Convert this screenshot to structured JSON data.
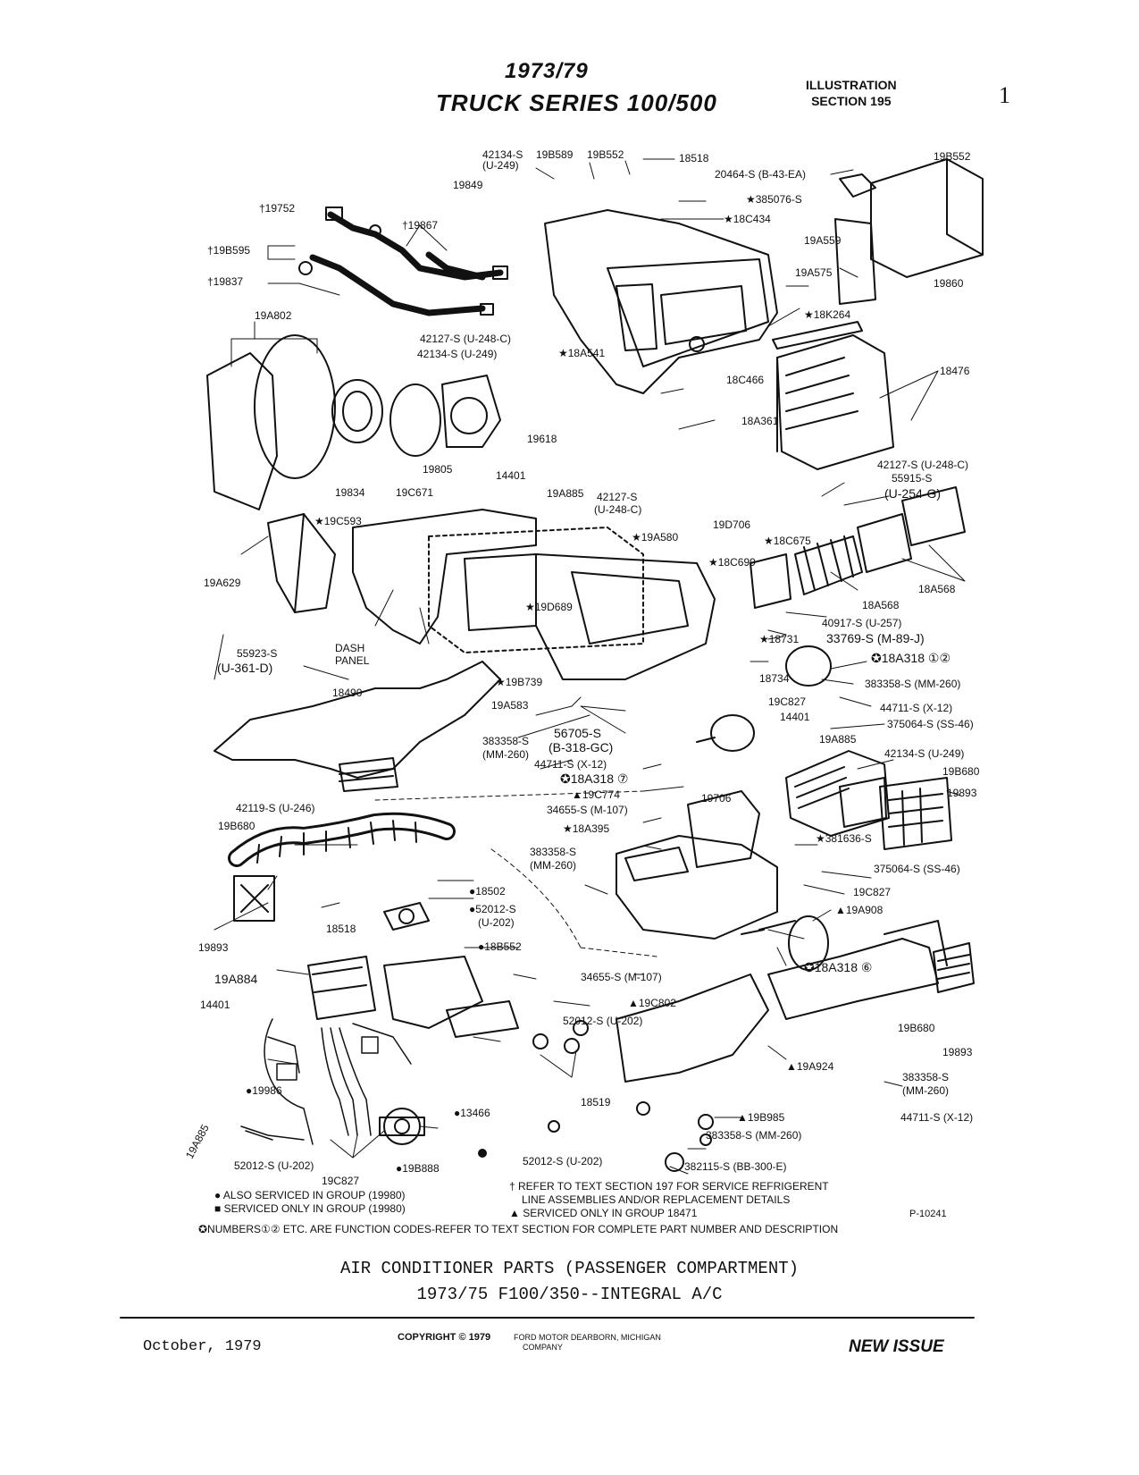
{
  "header": {
    "years": "1973/79",
    "series": "TRUCK SERIES 100/500",
    "illustration": "ILLUSTRATION",
    "section": "SECTION 195",
    "page_number": "1"
  },
  "labels": {
    "l_42134s": "42134-S",
    "l_u249a": "(U-249)",
    "l_19b589": "19B589",
    "l_19b552a": "19B552",
    "l_18518a": "18518",
    "l_20464s": "20464-S (B-43-EA)",
    "l_19849": "19849",
    "l_385076s": "★385076-S",
    "l_18c434": "★18C434",
    "l_19752": "†19752",
    "l_19867": "†19867",
    "l_19b595": "†19B595",
    "l_19837": "†19837",
    "l_19a559": "19A559",
    "l_19b552b": "19B552",
    "l_19a575": "19A575",
    "l_19860": "19860",
    "l_19a802": "19A802",
    "l_42127s_a": "42127-S (U-248-C)",
    "l_42134s_b": "42134-S (U-249)",
    "l_18a541": "★18A541",
    "l_18k264": "★18K264",
    "l_18476": "18476",
    "l_18c466": "18C466",
    "l_18a361": "18A361",
    "l_19618": "19618",
    "l_19805": "19805",
    "l_14401a": "14401",
    "l_19a885a": "19A885",
    "l_19834": "19834",
    "l_19c671": "19C671",
    "l_42127s_b": "42127-S",
    "l_u248c_b": "(U-248-C)",
    "l_42127s_c": "42127-S (U-248-C)",
    "l_55915s": "55915-S",
    "l_u254g": "(U-254-G)",
    "l_19d706": "19D706",
    "l_19a580": "★19A580",
    "l_18c675": "★18C675",
    "l_19c593": "★19C593",
    "l_18c699": "★18C699",
    "l_19a629": "19A629",
    "l_19d689": "★19D689",
    "l_18a568a": "18A568",
    "l_18a568b": "18A568",
    "l_40917s": "40917-S (U-257)",
    "l_18731": "★18731",
    "l_33769s": "33769-S (M-89-J)",
    "l_55923s": "55923-S",
    "l_u361d": "(U-361-D)",
    "l_dash": "DASH",
    "l_panel": "PANEL",
    "l_18a318a": "✪18A318 ①②",
    "l_18734": "18734",
    "l_383358s_a": "383358-S (MM-260)",
    "l_18490": "18490",
    "l_19b739": "★19B739",
    "l_44711s_a": "44711-S (X-12)",
    "l_19c827a": "19C827",
    "l_375064s_a": "375064-S (SS-46)",
    "l_14401b": "14401",
    "l_19a583": "19A583",
    "l_56705s": "56705-S",
    "l_b318gc": "(B-318-GC)",
    "l_383358s_b": "383358-S",
    "l_mm260_b": "(MM-260)",
    "l_19a885b": "19A885",
    "l_42134s_c": "42134-S (U-249)",
    "l_44711s_b": "44711-S (X-12)",
    "l_18a318b": "✪18A318 ⑦",
    "l_19b680a": "19B680",
    "l_19c774": "▲19C774",
    "l_19706": "19706",
    "l_19893a": "19893",
    "l_34655s_a": "34655-S (M-107)",
    "l_42119s": "42119-S (U-246)",
    "l_19b680b": "19B680",
    "l_18a395": "★18A395",
    "l_381636s": "★381636-S",
    "l_383358s_c": "383358-S",
    "l_mm260_c": "(MM-260)",
    "l_375064s_b": "375064-S (SS-46)",
    "l_18502": "●18502",
    "l_52012s_a": "●52012-S",
    "l_u202_a": "(U-202)",
    "l_19c827b": "19C827",
    "l_19a908": "▲19A908",
    "l_18518b": "18518",
    "l_18b552": "●18B552",
    "l_19893b": "19893",
    "l_19a884": "19A884",
    "l_34655s_b": "34655-S (M-107)",
    "l_18a318c": "✪18A318 ⑥",
    "l_14401c": "14401",
    "l_19c802": "▲19C802",
    "l_52012s_b": "52012-S (U-202)",
    "l_19b680c": "19B680",
    "l_19893c": "19893",
    "l_19a924": "▲19A924",
    "l_383358s_d": "383358-S",
    "l_mm260_d": "(MM-260)",
    "l_19986": "●19986",
    "l_13466": "●13466",
    "l_18519": "18519",
    "l_19b985": "▲19B985",
    "l_44711s_c": "44711-S (X-12)",
    "l_383358s_e": "383358-S (MM-260)",
    "l_19a885c": "19A885",
    "l_52012s_c": "52012-S (U-202)",
    "l_19b888": "●19B888",
    "l_52012s_d": "52012-S (U-202)",
    "l_382115s": "382115-S (BB-300-E)",
    "l_19c827c": "19C827"
  },
  "legend": {
    "also_serviced": "● ALSO SERVICED IN GROUP (19980)",
    "serviced_only": "■ SERVICED ONLY IN GROUP (19980)",
    "numbers": "✪NUMBERS①② ETC. ARE FUNCTION CODES-REFER TO TEXT SECTION FOR COMPLETE PART NUMBER AND DESCRIPTION",
    "refer_1": "† REFER TO TEXT SECTION 197 FOR SERVICE REFRIGERENT",
    "refer_2": "LINE ASSEMBLIES AND/OR REPLACEMENT DETAILS",
    "serviced_18471": "▲ SERVICED ONLY IN GROUP 18471",
    "plate": "P-10241"
  },
  "footer": {
    "caption_1": "AIR CONDITIONER PARTS (PASSENGER COMPARTMENT)",
    "caption_2": "1973/75  F100/350--INTEGRAL A/C",
    "date": "October, 1979",
    "copyright": "COPYRIGHT © 1979",
    "company": "FORD MOTOR  DEARBORN, MICHIGAN",
    "company_2": "COMPANY",
    "issue": "NEW ISSUE"
  }
}
